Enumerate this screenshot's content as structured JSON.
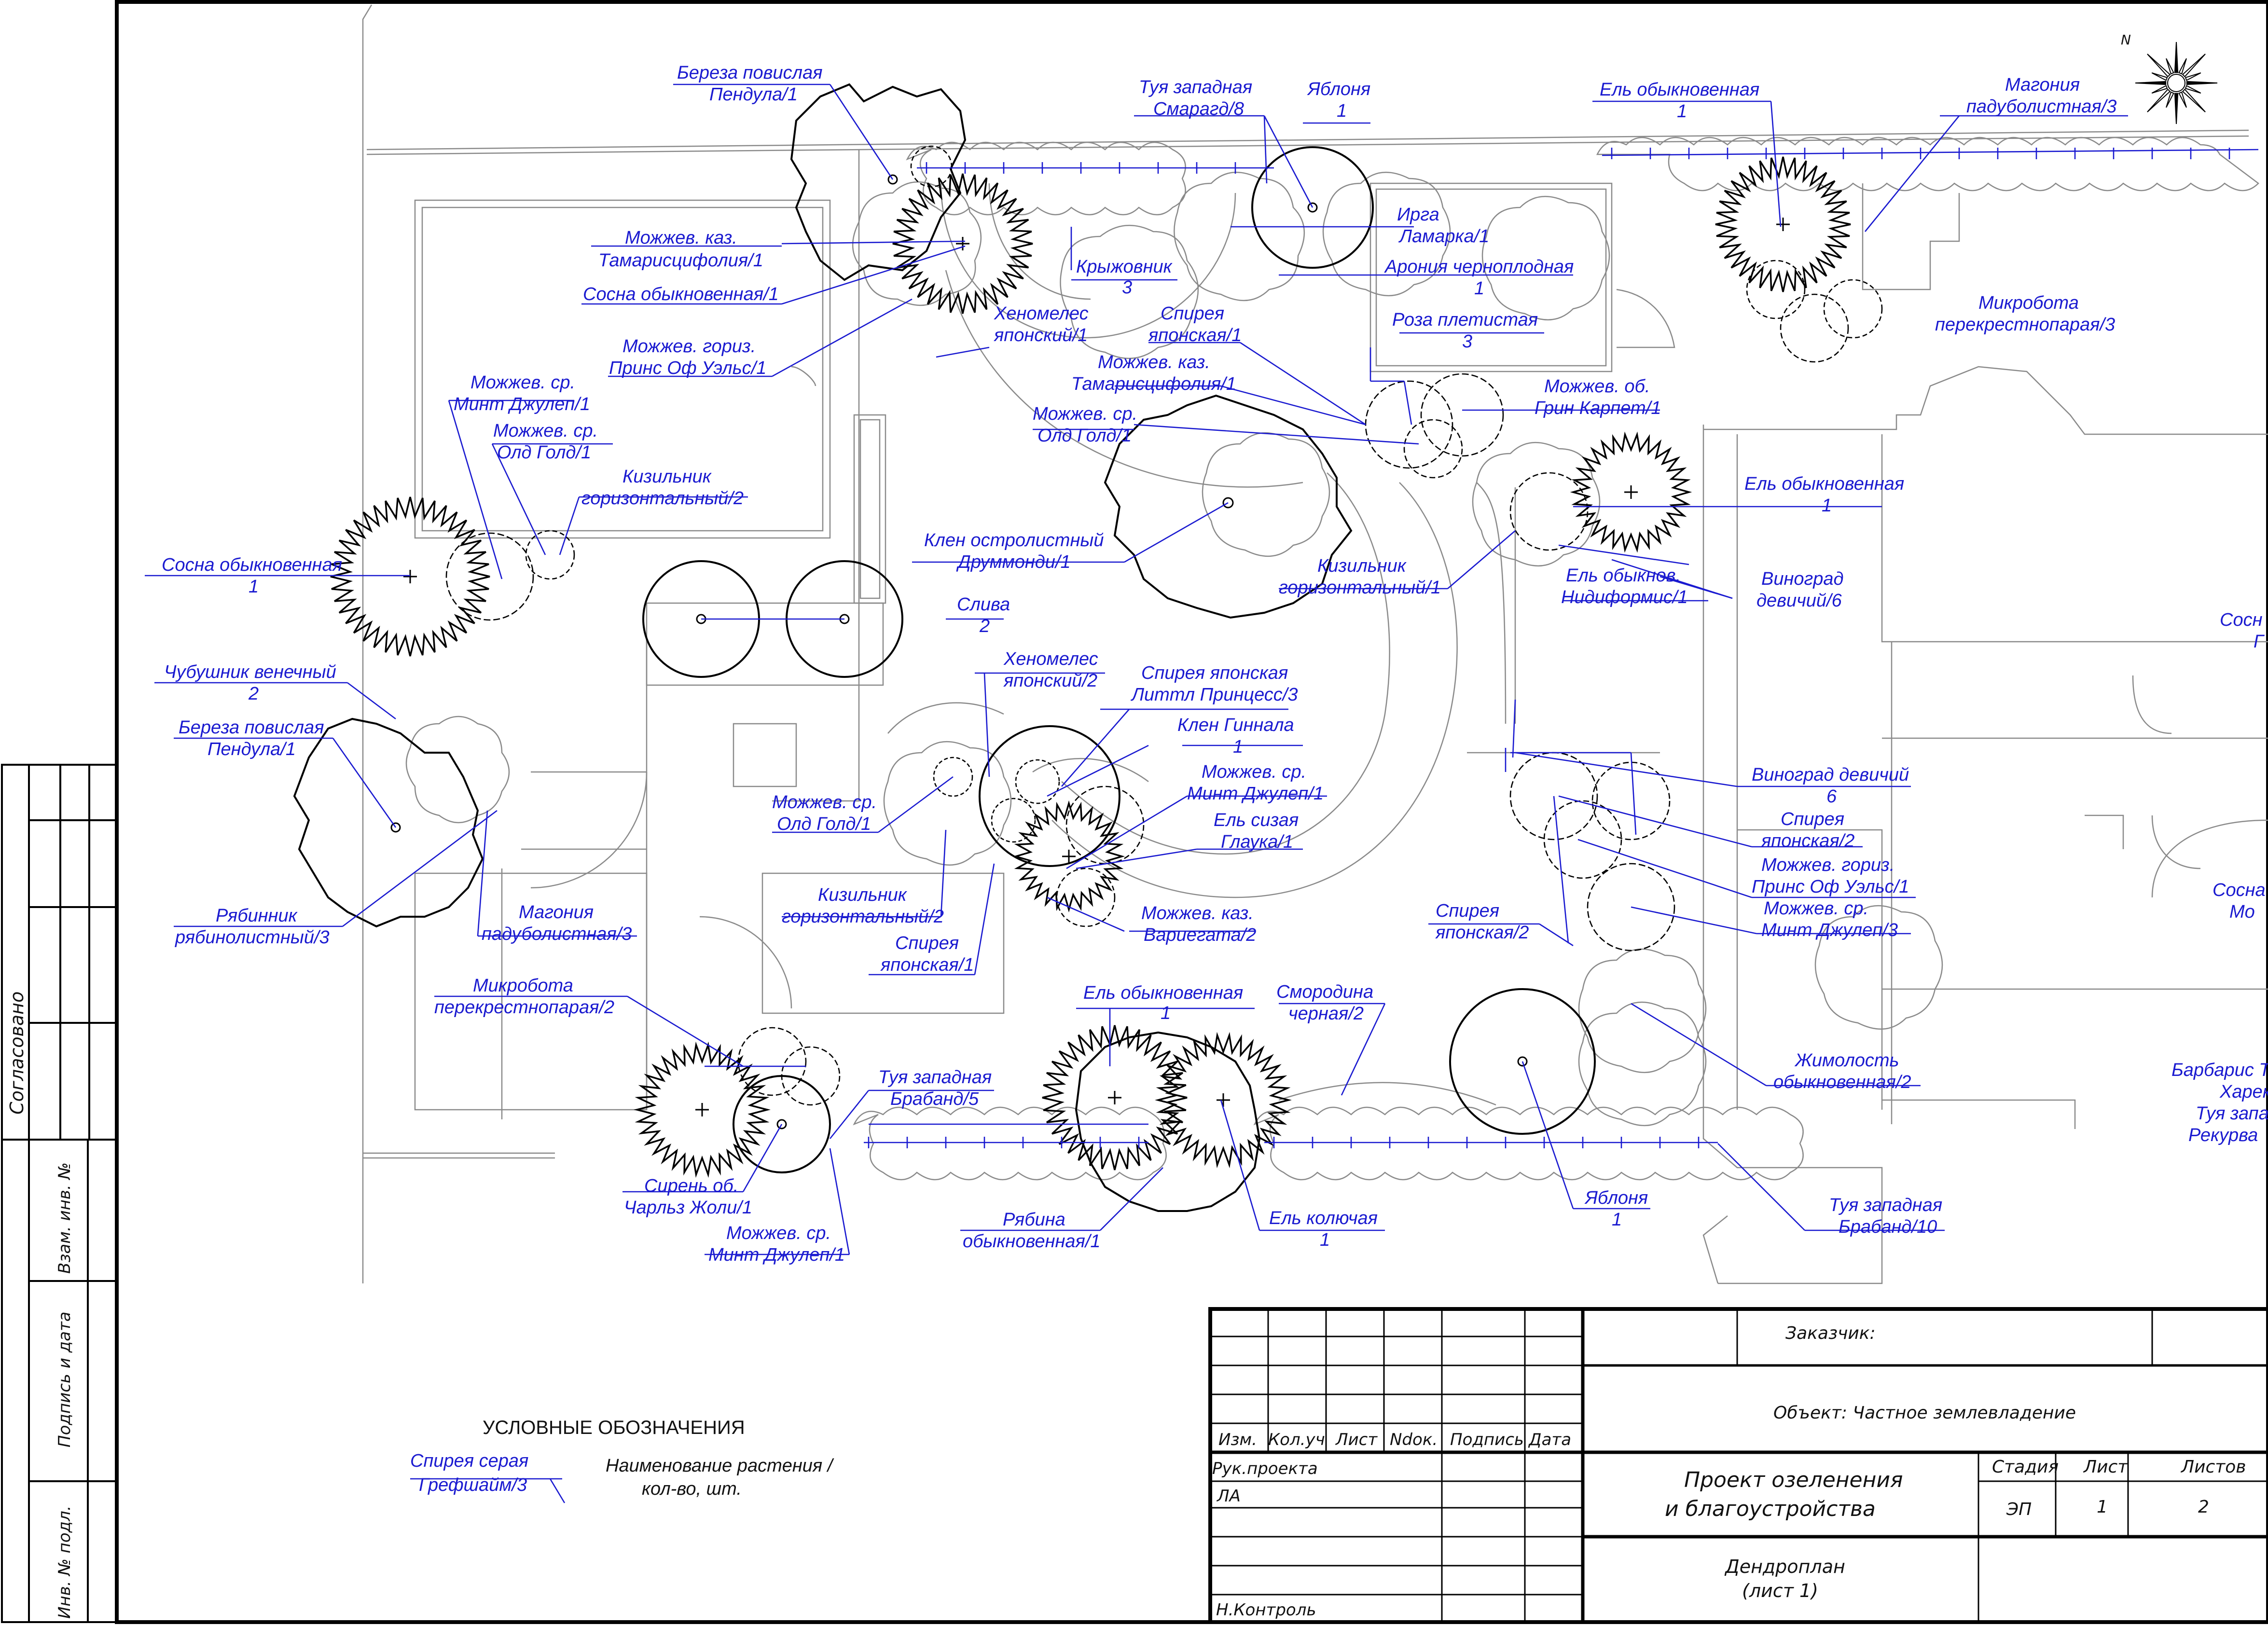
{
  "plant_labels": [
    {
      "name": "Береза повислая",
      "qty": "Пендула/1"
    },
    {
      "name": "Туя западная",
      "qty": "Смарагд/8"
    },
    {
      "name": "Яблоня",
      "qty": "1"
    },
    {
      "name": "Ель обыкновенная",
      "qty": "1"
    },
    {
      "name": "Магония",
      "qty": "падуболистная/3"
    },
    {
      "name": "Можжев. каз.",
      "qty": "Тамарисцифолия/1"
    },
    {
      "name": "Сосна обыкновенная/1",
      "qty": ""
    },
    {
      "name": "Крыжовник",
      "qty": "3"
    },
    {
      "name": "Ирга",
      "qty": "Ламарка/1"
    },
    {
      "name": "Арония черноплодная",
      "qty": "1"
    },
    {
      "name": "Микробота",
      "qty": "перекрестнопарая/3"
    },
    {
      "name": "Можжев. гориз.",
      "qty": "Принс Оф Уэльс/1"
    },
    {
      "name": "Хеномелес",
      "qty": "японский/1"
    },
    {
      "name": "Спирея",
      "qty": "японская/1"
    },
    {
      "name": "Роза плетистая",
      "qty": "3"
    },
    {
      "name": "Можжев. ср.",
      "qty": "Минт Джулеп/1"
    },
    {
      "name": "Можжев. каз.",
      "qty": "Тамарисцифолия/1"
    },
    {
      "name": "Можжев. об.",
      "qty": "Грин Карпет/1"
    },
    {
      "name": "Можжев. ср.",
      "qty": "Олд Голд/1"
    },
    {
      "name": "Можжев. ср.",
      "qty": "Олд Голд/1"
    },
    {
      "name": "Кизильник",
      "qty": "горизонтальный/2"
    },
    {
      "name": "Ель обыкновенная",
      "qty": "1"
    },
    {
      "name": "Клен остролистный",
      "qty": "Друммонди/1"
    },
    {
      "name": "Сосна обыкновенная",
      "qty": "1"
    },
    {
      "name": "Кизильник",
      "qty": "горизонтальный/1"
    },
    {
      "name": "Ель обыкнов.",
      "qty": "Нидиформис/1"
    },
    {
      "name": "Виноград",
      "qty": "девичий/6"
    },
    {
      "name": "Слива",
      "qty": "2"
    },
    {
      "name": "Чубушник венечный",
      "qty": "2"
    },
    {
      "name": "Хеномелес",
      "qty": "японский/2"
    },
    {
      "name": "Спирея японская",
      "qty": "Литтл Принцесс/3"
    },
    {
      "name": "Береза повислая",
      "qty": "Пендула/1"
    },
    {
      "name": "Клен Гиннала",
      "qty": "1"
    },
    {
      "name": "Можжев. ср.",
      "qty": "Минт Джулеп/1"
    },
    {
      "name": "Виноград девичий",
      "qty": "6"
    },
    {
      "name": "Можжев. ср.",
      "qty": "Олд Голд/1"
    },
    {
      "name": "Ель сизая",
      "qty": "Глаука/1"
    },
    {
      "name": "Спирея",
      "qty": "японская/2"
    },
    {
      "name": "Можжев. гориз.",
      "qty": "Принс Оф Уэльс/1"
    },
    {
      "name": "Кизильник",
      "qty": "горизонтальный/2"
    },
    {
      "name": "Рябинник",
      "qty": "рябинолистный/3"
    },
    {
      "name": "Магония",
      "qty": "падуболистная/3"
    },
    {
      "name": "Спирея",
      "qty": "японская/1"
    },
    {
      "name": "Можжев. каз.",
      "qty": "Вариегата/2"
    },
    {
      "name": "Спирея",
      "qty": "японская/2"
    },
    {
      "name": "Можжев. ср.",
      "qty": "Минт Джулеп/3"
    },
    {
      "name": "Микробота",
      "qty": "перекрестнопарая/2"
    },
    {
      "name": "Ель обыкновенная",
      "qty": "1"
    },
    {
      "name": "Смородина",
      "qty": "черная/2"
    },
    {
      "name": "Туя западная",
      "qty": "Брабанд/5"
    },
    {
      "name": "Жимолость",
      "qty": "обыкновенная/2"
    },
    {
      "name": "Сирень об.",
      "qty": "Чарльз Жоли/1"
    },
    {
      "name": "Можжев. ср.",
      "qty": "Минт Джулеп/1"
    },
    {
      "name": "Рябина",
      "qty": "обыкновенная/1"
    },
    {
      "name": "Ель колючая",
      "qty": "1"
    },
    {
      "name": "Яблоня",
      "qty": "1"
    },
    {
      "name": "Туя западная",
      "qty": "Брабанд/10"
    }
  ],
  "clipped_labels": {
    "a1": "Сосн",
    "a2": "Г",
    "b1": "Сосна",
    "b2": "Мо",
    "c1": "Барбарис Т",
    "c2": "Харек",
    "c3": "Туя запа",
    "c4": "Рекурва"
  },
  "legend": {
    "title": "УСЛОВНЫЕ ОБОЗНАЧЕНИЯ",
    "sample_name": "Спирея серая",
    "sample_qty": "Грефшайм/3",
    "desc1": "Наименование растения /",
    "desc2": "кол-во, шт."
  },
  "left_margin": {
    "agreed": "Согласовано",
    "f1": "Взам. инв. №",
    "f2": "Подпись и дата",
    "f3": "Инв. № подл."
  },
  "title_block": {
    "customer": "Заказчик:",
    "object": "Объект: Частное землевладение",
    "h_change": "Изм.",
    "h_count": "Кол.уч",
    "h_sheet": "Лист",
    "h_doc": "Ndок.",
    "h_sign": "Подпись",
    "h_date": "Дата",
    "r_lead": "Рук.проекта",
    "r_la": "ЛА",
    "r_control": "Н.Контроль",
    "project1": "Проект озеленения",
    "project2": "и благоустройства",
    "stage_h": "Стадия",
    "sheet_h": "Лист",
    "sheets_h": "Листов",
    "stage": "ЭП",
    "sheet": "1",
    "sheets": "2",
    "drawing1": "Дендроплан",
    "drawing2": "(лист 1)"
  },
  "colors": {
    "label": "#1a1ad0",
    "line": "#000000",
    "grey": "#8a8a8a"
  }
}
